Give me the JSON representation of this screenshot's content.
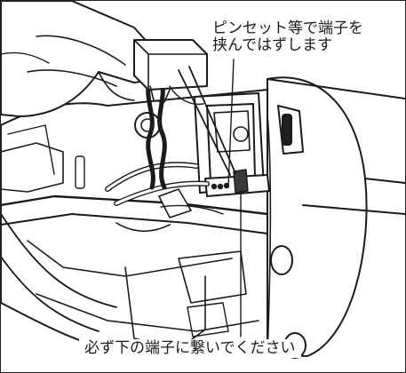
{
  "callouts": {
    "top_line1": "ピンセット等で端子を",
    "top_line2": "挟んではずします",
    "bottom": "必ず下の端子に繋いでください"
  },
  "colors": {
    "line": "#1a1a1a",
    "fill": "#ffffff",
    "shade": "#3a3a3a",
    "dark": "#1f1f1f"
  },
  "icons": [
    "hand-illustration",
    "tweezers-illustration",
    "connector-illustration",
    "wire-harness-illustration",
    "terminal-illustration"
  ]
}
